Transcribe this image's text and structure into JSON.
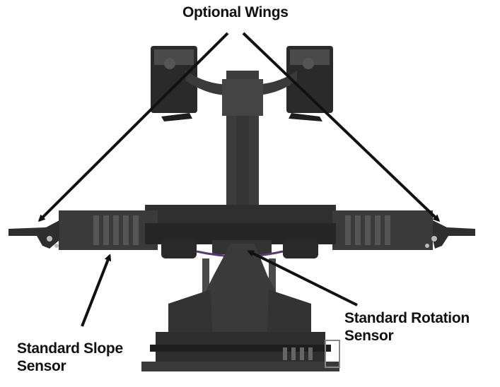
{
  "labels": {
    "optional_wings": "Optional Wings",
    "rotation_line1": "Standard Rotation",
    "rotation_line2": "Sensor",
    "slope_line1": "Standard Slope",
    "slope_line2": "Sensor"
  },
  "colors": {
    "machine_body": "#3a3a3a",
    "machine_dark": "#1e1e1e",
    "machine_light": "#5a5a5a",
    "arrow": "#111111",
    "text": "#111111",
    "background": "#ffffff"
  }
}
